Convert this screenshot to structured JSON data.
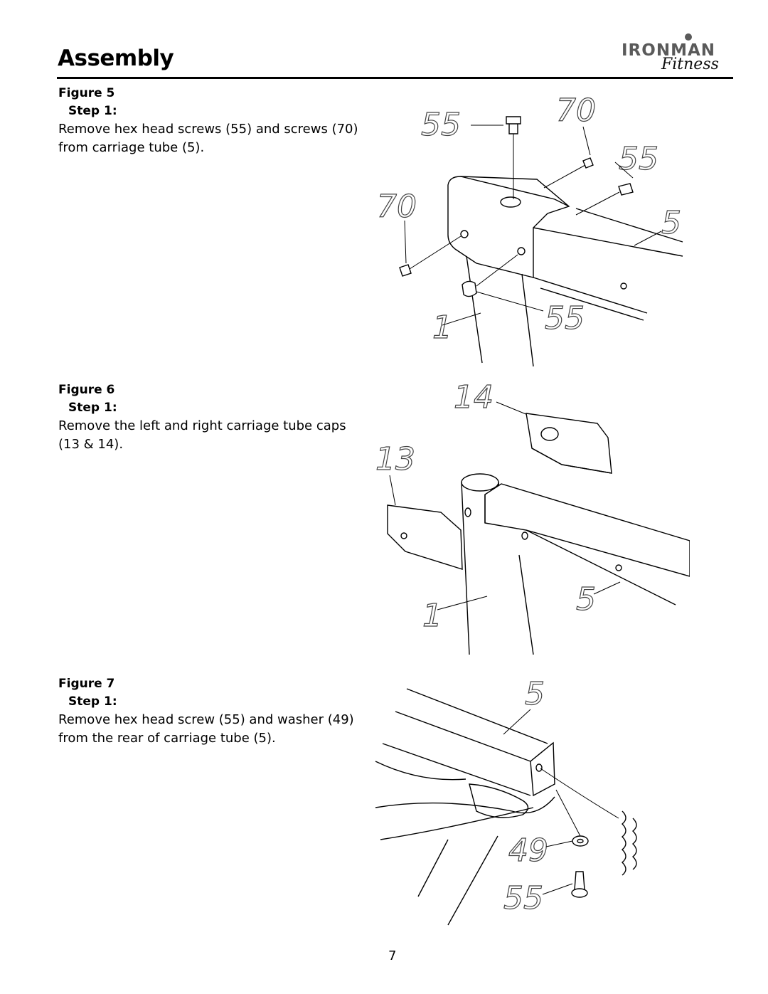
{
  "header": {
    "title": "Assembly",
    "logo_word": "IRONMAN",
    "logo_sub": "Fitness"
  },
  "figures": [
    {
      "label": "Figure 5",
      "step": "Step 1:",
      "text": "Remove hex head screws (55) and screws (70) from carriage tube (5).",
      "callouts": [
        "55",
        "70",
        "55",
        "70",
        "5",
        "1",
        "55"
      ]
    },
    {
      "label": "Figure 6",
      "step": "Step 1:",
      "text": "Remove the left and right carriage tube caps (13 & 14).",
      "callouts": [
        "14",
        "13",
        "1",
        "5"
      ]
    },
    {
      "label": "Figure 7",
      "step": "Step 1:",
      "text": "Remove hex head screw (55) and washer (49) from the rear of carriage tube (5).",
      "callouts": [
        "5",
        "49",
        "55"
      ]
    }
  ],
  "page_number": "7"
}
